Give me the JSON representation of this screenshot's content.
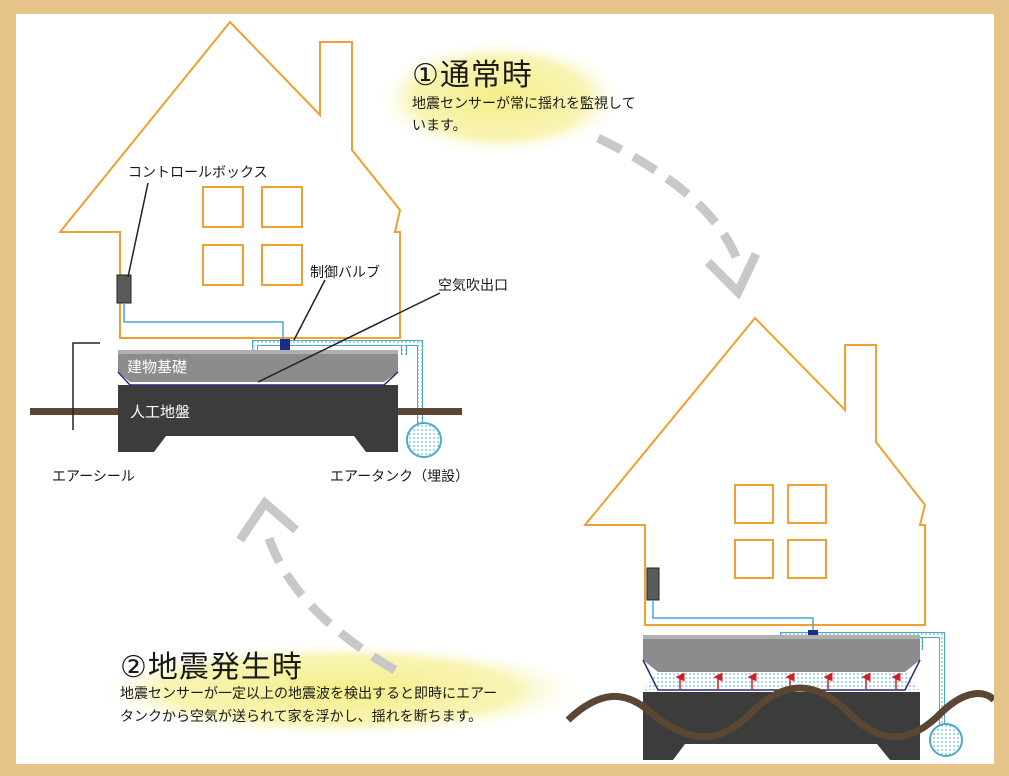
{
  "diagram": {
    "labels": {
      "control_box": "コントロールボックス",
      "control_valve": "制御バルブ",
      "air_outlet": "空気吹出口",
      "building_foundation": "建物基礎",
      "artificial_ground": "人工地盤",
      "air_seal": "エアーシール",
      "air_tank": "エアータンク（埋設）"
    },
    "step1": {
      "title": "①通常時",
      "desc_line1": "地震センサーが常に揺れを監視して",
      "desc_line2": "います。"
    },
    "step2": {
      "title": "②地震発生時",
      "desc_line1": "地震センサーが一定以上の地震波を検出すると即時にエアー",
      "desc_line2": "タンクから空気が送られて家を浮かし、揺れを断ちます。"
    },
    "colors": {
      "background": "#e6c489",
      "panel": "#ffffff",
      "house_outline": "#f0a030",
      "pipe": "#4aaac8",
      "foundation": "#8c8c8c",
      "ground_block": "#3c3c3c",
      "ground_line": "#5a4632",
      "valve": "#1e2b8c",
      "arrow": "#c8c8c8",
      "highlight": "#f4ee88",
      "up_arrow": "#cc2222"
    },
    "icons": [
      "cycle-arrow-down-icon",
      "cycle-arrow-up-icon",
      "air-tank-icon",
      "control-box-icon",
      "valve-icon"
    ]
  }
}
